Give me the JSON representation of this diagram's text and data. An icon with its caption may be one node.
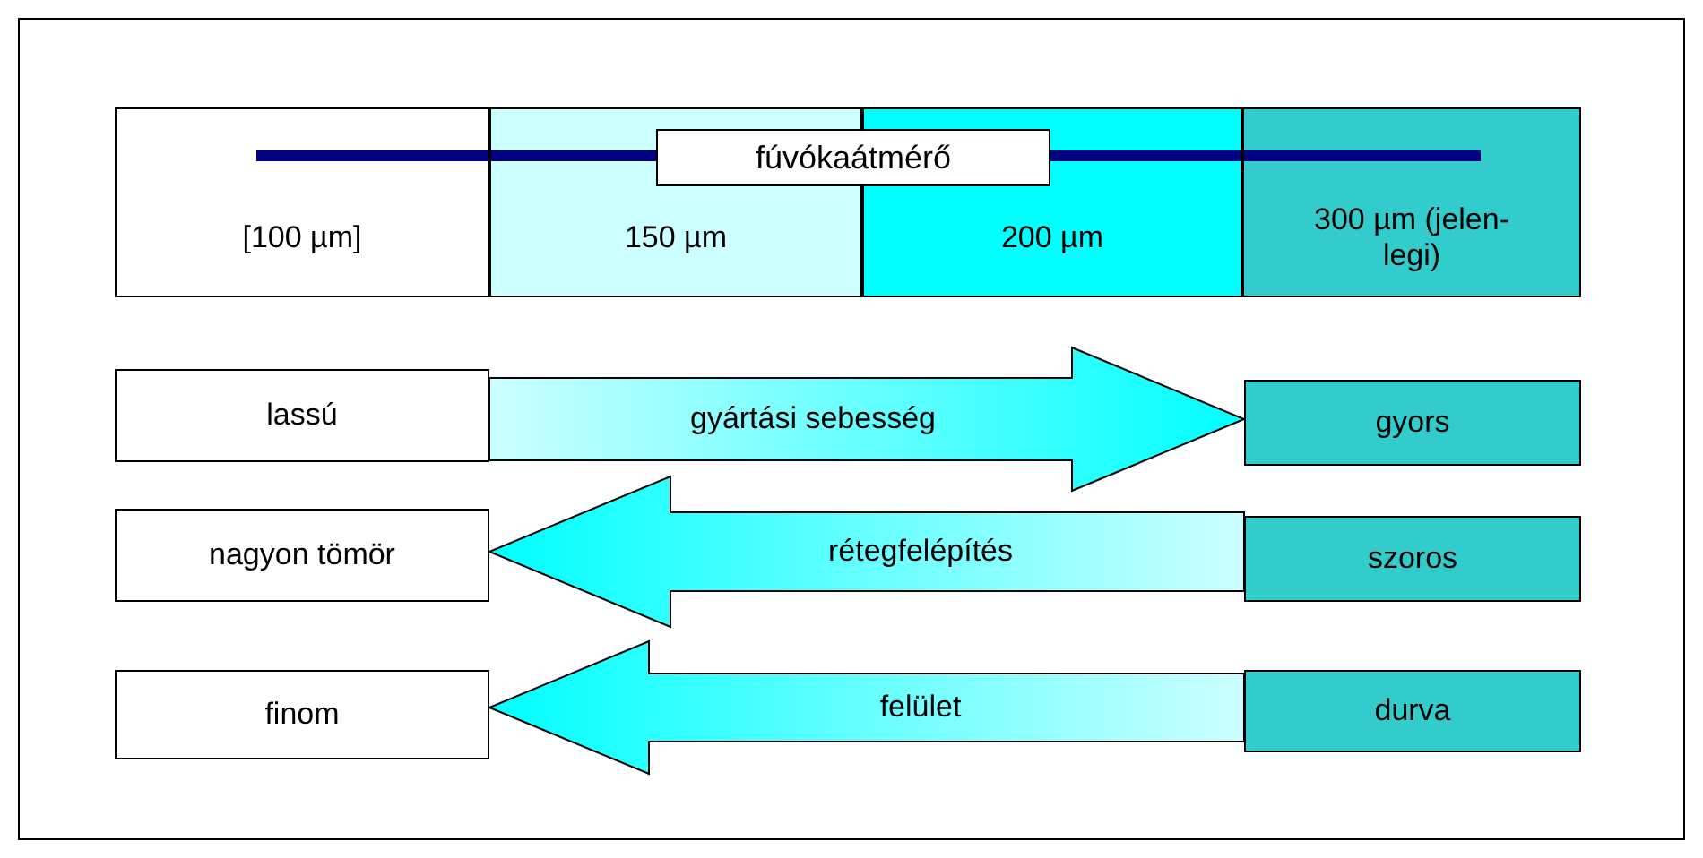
{
  "diagram": {
    "nodes": [
      {
        "text": [
          "[100 µm]"
        ]
      },
      {
        "text": [
          "150 µm"
        ]
      },
      {
        "text": [
          "200 µm"
        ]
      },
      {
        "text": [
          "300 µm (jelen-legi)"
        ]
      },
      {
        "text": [
          "fúvókaátmérő"
        ]
      },
      {
        "text": [
          "lassú"
        ]
      },
      {
        "text": [
          "gyors"
        ]
      },
      {
        "text": [
          "nagyon tömör"
        ]
      },
      {
        "text": [
          "szoros"
        ]
      },
      {
        "text": [
          "finom"
        ]
      },
      {
        "text": [
          "durva"
        ]
      }
    ],
    "edges": [
      {
        "from": 5,
        "to": 6,
        "arrow": "to",
        "label": "gyártási sebesség"
      },
      {
        "from": 8,
        "to": 7,
        "arrow": "to",
        "label": "rétegfelépítés"
      },
      {
        "from": 10,
        "to": 9,
        "arrow": "to",
        "label": "felület"
      }
    ]
  }
}
